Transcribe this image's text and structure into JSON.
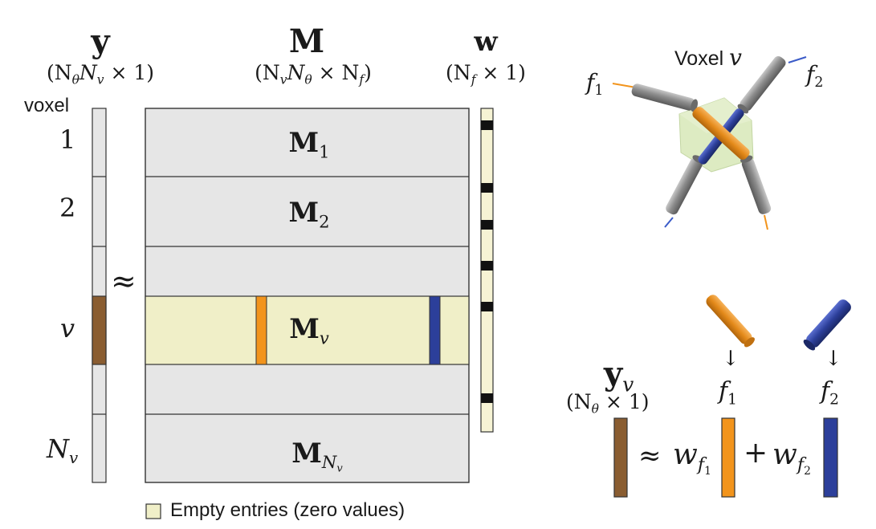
{
  "columns": {
    "y": {
      "symbol": "y",
      "dims": "(N",
      "dims_sub1": "θ",
      "dims_mid": "N",
      "dims_sub2": "v",
      "dims_end": " × 1)"
    },
    "M": {
      "symbol": "M",
      "dims": "(N",
      "dims_sub1": "v",
      "dims_mid": "N",
      "dims_sub2": "θ",
      "dims_mid2": " × N",
      "dims_sub3": "f",
      "dims_end": ")"
    },
    "w": {
      "symbol": "w",
      "dims": "(N",
      "dims_sub1": "f",
      "dims_end": " × 1)"
    }
  },
  "voxel_header": "voxel",
  "row_labels": {
    "r1": "1",
    "r2": "2",
    "rv": "v",
    "rn": "N",
    "rn_sub": "v"
  },
  "approx": "≈",
  "blocks": {
    "m1": {
      "symbol": "M",
      "sub": "1"
    },
    "m2": {
      "symbol": "M",
      "sub": "2"
    },
    "mv": {
      "symbol": "M",
      "sub": "v"
    },
    "mn": {
      "symbol": "M",
      "sub": "N",
      "subsub": "v"
    }
  },
  "legend": {
    "label": "Empty entries (zero values)"
  },
  "voxel_model": {
    "title": "Voxel ",
    "title_var": "v",
    "f1": "f",
    "f1_sub": "1",
    "f2": "f",
    "f2_sub": "2"
  },
  "equation": {
    "lhs": "y",
    "lhs_sub": "v",
    "lhs_dims": "(N",
    "lhs_dims_sub": "θ",
    "lhs_dims_end": " × 1)",
    "approx": "≈",
    "w1": "w",
    "w1_sub": "f",
    "w1_subsub": "1",
    "plus": "+",
    "w2": "w",
    "w2_sub": "f",
    "w2_subsub": "2",
    "f1": "f",
    "f1_sub": "1",
    "f2": "f",
    "f2_sub": "2",
    "arrow": "↓"
  },
  "colors": {
    "cell_gray": "#e6e6e6",
    "empty_entry": "#f0efc8",
    "voxel_brown": "#8a5d31",
    "fiber_orange": "#f2941c",
    "fiber_blue": "#2c3f9a",
    "cylinder_gray": "#8d8d8d",
    "voxel_green": "#d8e8b8"
  }
}
